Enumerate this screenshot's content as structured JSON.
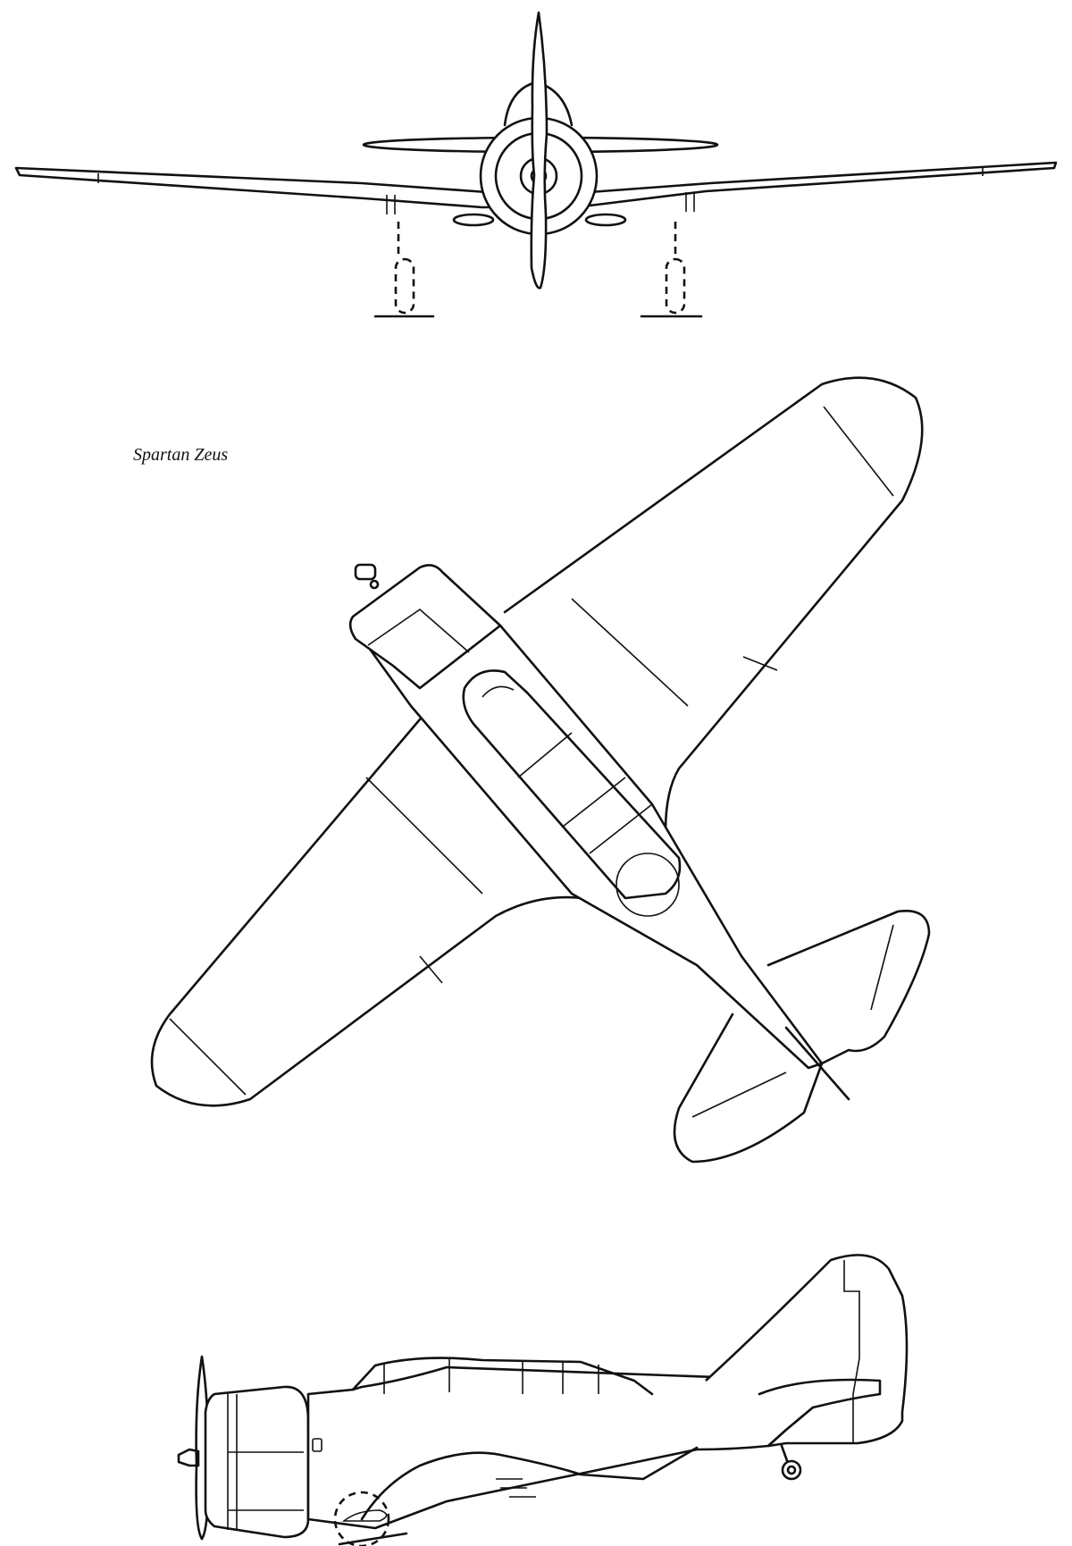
{
  "caption": "Spartan Zeus",
  "views": [
    "front-view",
    "plan-view",
    "side-view"
  ],
  "colors": {
    "line": "#111111",
    "background": "#ffffff"
  }
}
